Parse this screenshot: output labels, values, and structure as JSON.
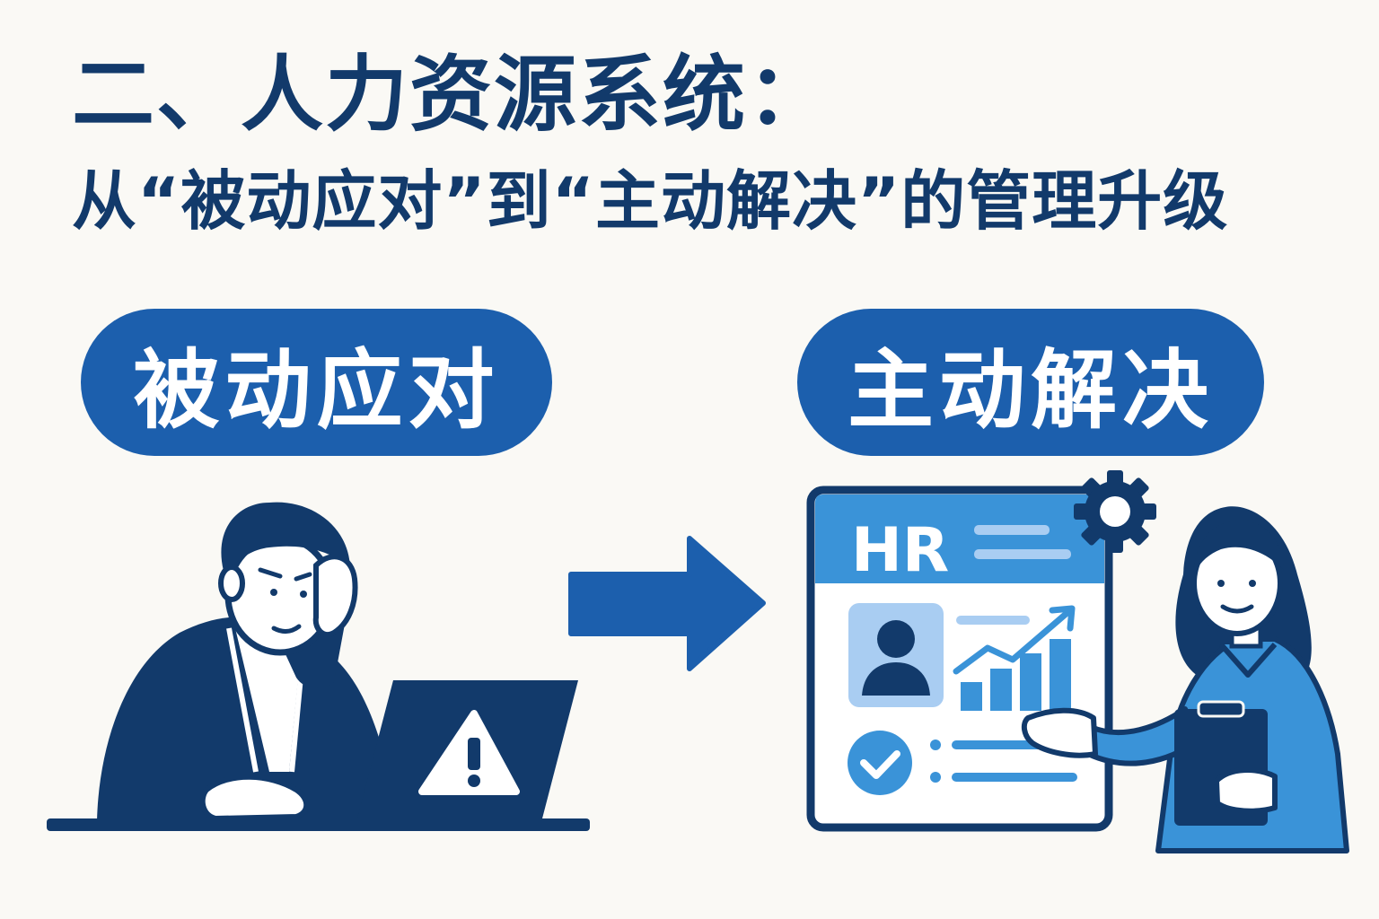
{
  "header": {
    "title": "二、人力资源系统：",
    "subtitle": "从“被动应对”到“主动解决”的管理升级"
  },
  "left_panel": {
    "label": "被动应对"
  },
  "right_panel": {
    "label": "主动解决",
    "dashboard_header": "HR"
  },
  "colors": {
    "navy": "#123a6b",
    "blue": "#1c5fad",
    "light_blue": "#3a93d8",
    "pale_blue": "#a9cdf2",
    "background": "#faf9f5"
  },
  "icons": [
    "warning-icon",
    "gear-icon",
    "user-avatar-icon",
    "checkmark-icon",
    "trend-arrow-icon",
    "bar-chart-icon",
    "right-arrow-icon"
  ]
}
